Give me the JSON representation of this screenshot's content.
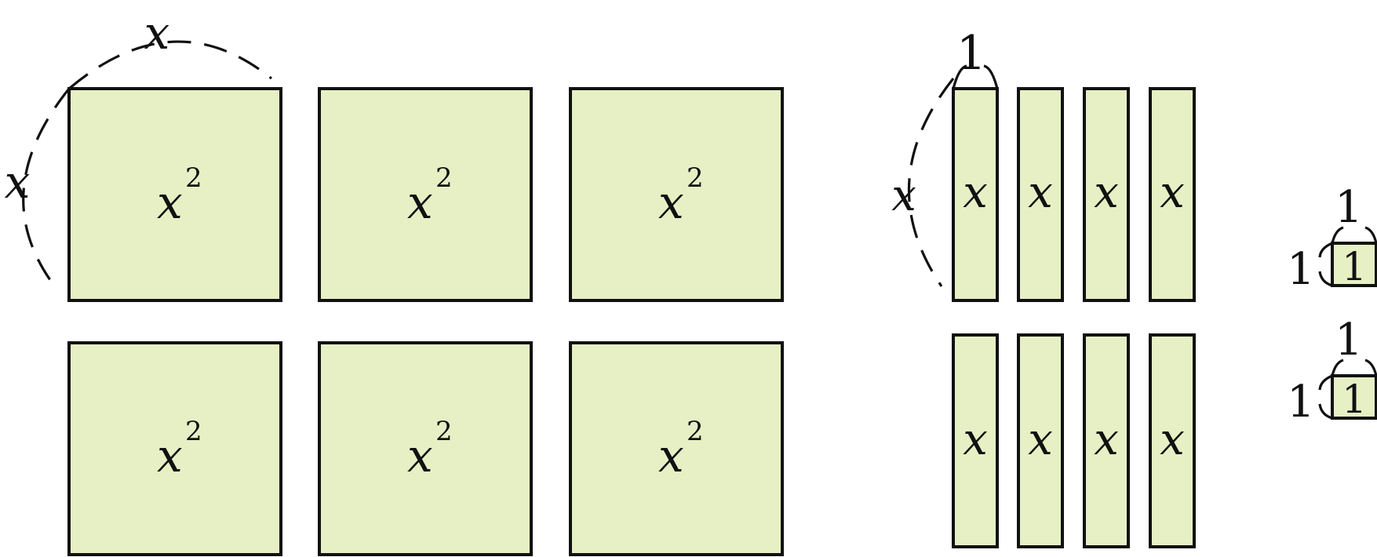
{
  "colors": {
    "tile_fill": "#e6f0c4",
    "stroke": "#111111"
  },
  "tiles": {
    "square_label": "x",
    "square_exponent": "2",
    "bar_label": "x",
    "unit_label": "1"
  },
  "dimensions": {
    "square_width": "x",
    "square_height": "x",
    "bar_width": "1",
    "bar_height": "x",
    "unit_width": "1",
    "unit_height": "1"
  }
}
